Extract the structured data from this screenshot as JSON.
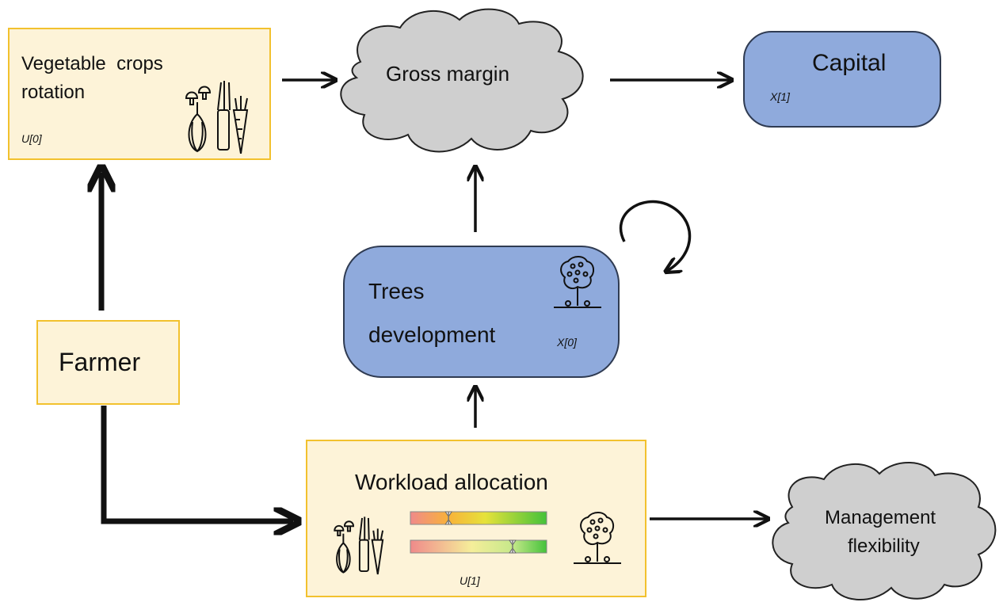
{
  "nodes": {
    "vegetable": {
      "line1": "Vegetable  crops",
      "line2": "rotation",
      "tag": "U[0]"
    },
    "gross_margin": {
      "label": "Gross margin"
    },
    "capital": {
      "label": "Capital",
      "tag": "X[1]"
    },
    "trees": {
      "line1": "Trees",
      "line2": "development",
      "tag": "X[0]"
    },
    "farmer": {
      "label": "Farmer"
    },
    "workload": {
      "label": "Workload allocation",
      "tag": "U[1]"
    },
    "management": {
      "line1": "Management",
      "line2": "flexibility"
    }
  },
  "sliders": [
    {
      "name": "vegetable-allocation",
      "value": 0.28
    },
    {
      "name": "tree-allocation",
      "value": 0.75
    }
  ],
  "colors": {
    "decision_fill": "#fdf3d8",
    "decision_border": "#f2c12e",
    "state_fill": "#8faadc",
    "state_border": "#2f3b52",
    "cloud_fill": "#cfcfcf"
  },
  "icons": [
    "vegetables-icon",
    "tree-icon",
    "cycle-arrow-icon"
  ]
}
